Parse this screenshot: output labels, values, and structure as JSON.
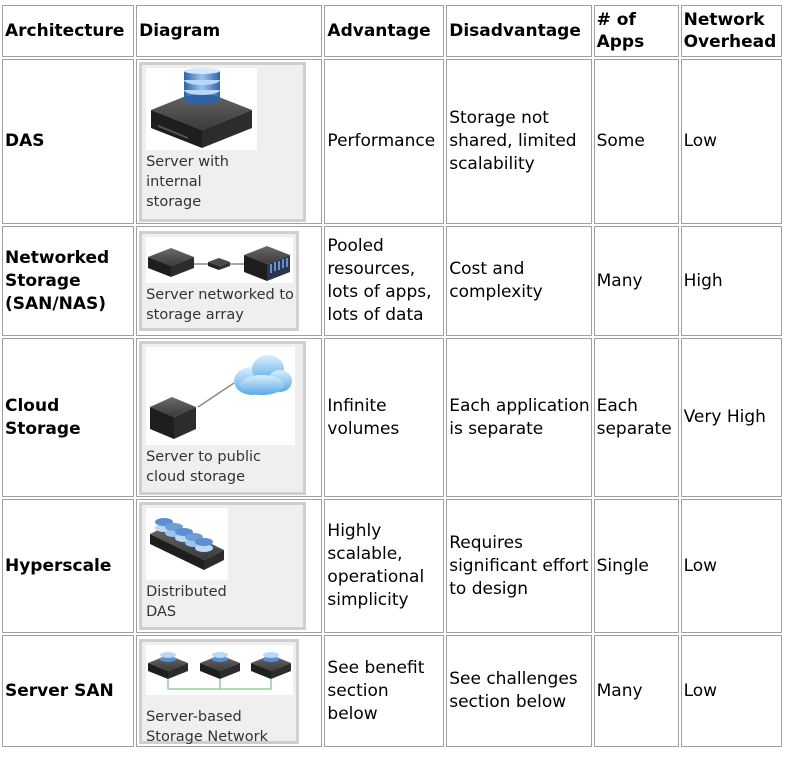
{
  "headers": [
    "Architecture",
    "Diagram",
    "Advantage",
    "Disadvantage",
    "# of Apps",
    "Network Overhead"
  ],
  "rows": [
    {
      "architecture": "DAS",
      "caption": "Server with internal storage",
      "advantage": "Performance",
      "disadvantage": "Storage not shared, limited scalability",
      "apps": "Some",
      "overhead": "Low",
      "icon": "server-with-internal-storage-icon"
    },
    {
      "architecture": "Networked Storage (SAN/NAS)",
      "caption": "Server networked to storage array",
      "advantage": "Pooled resources, lots of apps, lots of data",
      "disadvantage": "Cost and complexity",
      "apps": "Many",
      "overhead": "High",
      "icon": "server-networked-to-storage-array-icon"
    },
    {
      "architecture": "Cloud Storage",
      "caption": "Server to public cloud storage",
      "advantage": "Infinite volumes",
      "disadvantage": "Each application is separate",
      "apps": "Each separate",
      "overhead": "Very High",
      "icon": "server-to-cloud-icon"
    },
    {
      "architecture": "Hyperscale",
      "caption": "Distributed DAS",
      "advantage": "Highly scalable, operational simplicity",
      "disadvantage": "Requires significant effort to design",
      "apps": "Single",
      "overhead": "Low",
      "icon": "distributed-das-icon"
    },
    {
      "architecture": "Server SAN",
      "caption": "Server-based Storage Network",
      "advantage": "See benefit section below",
      "disadvantage": "See challenges section below",
      "apps": "Many",
      "overhead": "Low",
      "icon": "server-based-storage-network-icon"
    }
  ],
  "colors": {
    "border": "#a0a0a0",
    "figure_frame": "#cfcfcf",
    "figure_bg": "#efefef",
    "server": "#3a3a3a",
    "disk": "#5b8fcf",
    "cloud": "#8ec6f0"
  }
}
